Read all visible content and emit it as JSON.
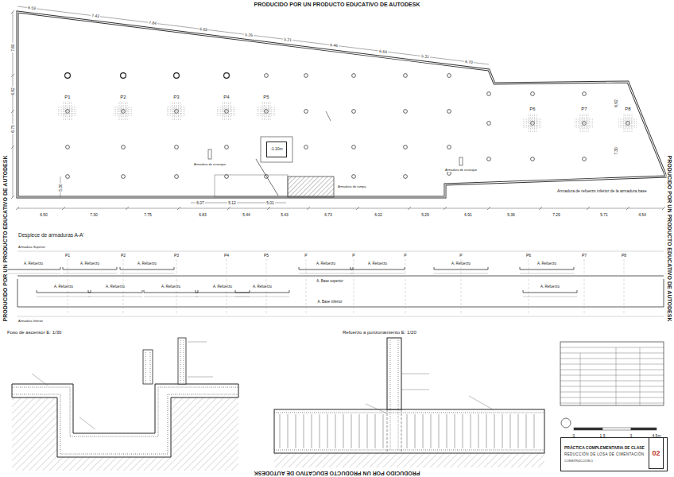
{
  "diagram": {
    "nodes": [
      {
        "text": [
          "-1.10m"
        ]
      },
      {
        "text": [
          "PRÁCTICA COMPLEMENTARIA DE CLASE",
          "REDUCCIÓN DE LOSA DE CIMENTACIÓN",
          "CONSTRUCCIÓN 1"
        ]
      },
      {
        "text": [
          "02"
        ],
        "in": 1
      }
    ],
    "labels": [
      "PRODUCIDO POR UN PRODUCTO EDUCATIVO DE AUTODESK",
      "PRODUCIDO POR UN PRODUCTO EDUCATIVO DE AUTODESK",
      "PRODUCIDO POR UN PRODUCTO EDUCATIVO DE AUTODESK",
      "PRODUCIDO POR UN PRODUCTO EDUCATIVO DE AUTODESK",
      "6.59",
      "7.43",
      "7.84",
      "6.69",
      "5.26",
      "5.21",
      "6.46",
      "6.64",
      "5.31",
      "6.70",
      "7.60",
      "6.92",
      "6.75",
      "5.30",
      "6.92",
      "7.30",
      "6.50",
      "7.30",
      "7.75",
      "6.83",
      "5.44",
      "5.43",
      "6.73",
      "6.02",
      "5.29",
      "6.91",
      "5.36",
      "7.29",
      "5.71",
      "4.54",
      "6.07",
      "5.12",
      "5.01",
      "P1",
      "P2",
      "P3",
      "P4",
      "P5",
      "P6",
      "P7",
      "P8",
      "Armadura de rampa",
      "Armadura de arranque",
      "Armadura de arranque",
      "Armadura de refuerzo inferior de la armadura base",
      "Despiece de armaduras A-A'",
      "Armadura Superior",
      "Armadura Inferior",
      "P1",
      "P2",
      "P3",
      "P4",
      "P5",
      "P",
      "P",
      "P",
      "P",
      "P6",
      "P7",
      "P8",
      "A. Refuerzo",
      "A. Refuerzo",
      "A. Refuerzo",
      "A. Refuerzo",
      "A. Refuerzo",
      "A. Refuerzo",
      "A. Refuerzo",
      "A. Refuerzo",
      "A. Refuerzo",
      "A. Refuerzo",
      "A. Refuerzo",
      "A. Refuerzo",
      "A. Refuerzo",
      "A. Base superior",
      "A. Base inferior",
      "Foso de ascensor E: 1/30",
      "Refuerzo a punzonamiento E: 1/20",
      "0",
      "1.5",
      "3",
      "4.5m"
    ]
  }
}
